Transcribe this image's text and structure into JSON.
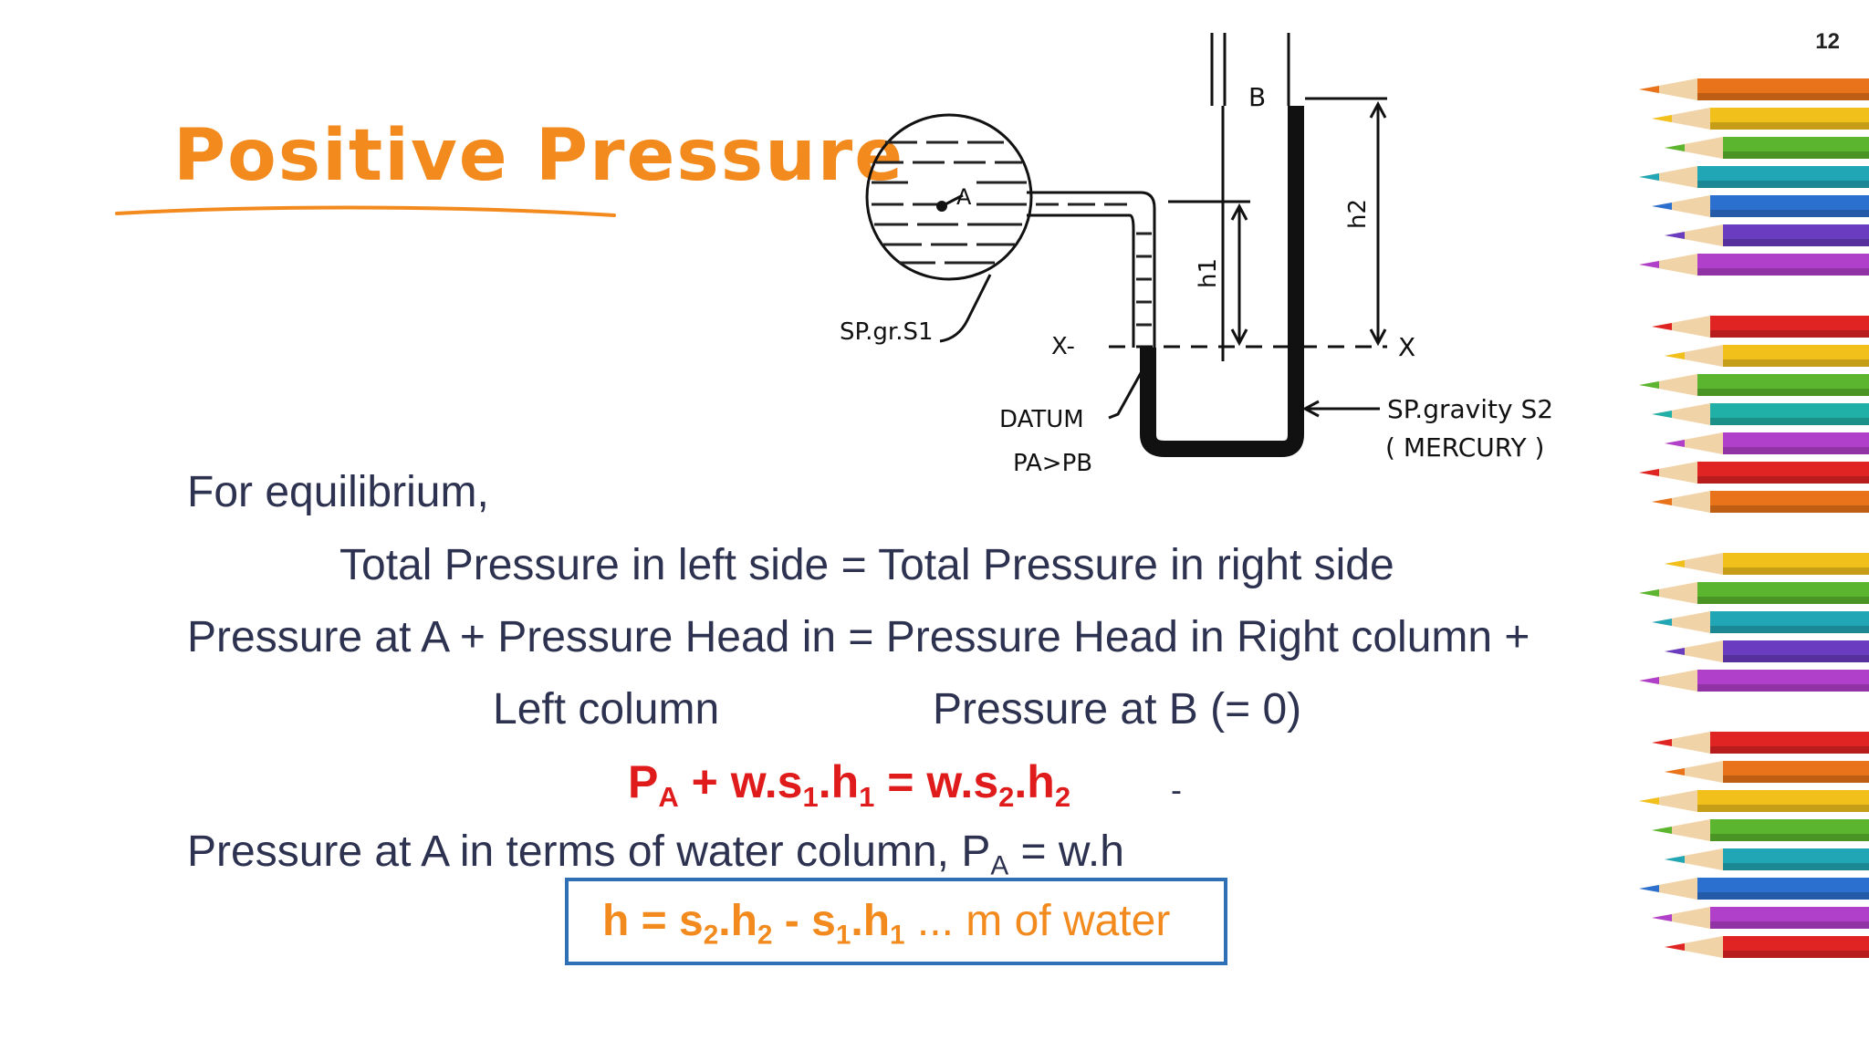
{
  "slide": {
    "number": "12",
    "title": "Positive Pressure"
  },
  "diagram": {
    "label_B": "B",
    "label_A": "A",
    "label_h1": "h1",
    "label_h2": "h2",
    "label_s1": "SP.gr.S1",
    "label_x_left": "X-",
    "label_x_right": "X",
    "label_datum": "DATUM",
    "label_pa_pb": "PA>PB",
    "label_s2": "SP.gravity S2",
    "label_mercury": "( MERCURY )"
  },
  "body": {
    "equilibrium": "For equilibrium,",
    "total_pressure": "Total Pressure in left side = Total Pressure in right side",
    "pressure_line1": "Pressure at A + Pressure Head in = Pressure Head in Right column +",
    "left_column": "Left column",
    "pressure_b": "Pressure at B (= 0)",
    "eq_pa": "P",
    "eq_pa_sub": "A",
    "eq_mid1": " + w.s",
    "eq_sub1": "1",
    "eq_mid2": ".h",
    "eq_sub2": "1",
    "eq_mid3": " = w.s",
    "eq_sub3": "2",
    "eq_mid4": ".h",
    "eq_sub4": "2",
    "dash": "-",
    "water_prefix": "Pressure at A in terms of water column, P",
    "water_sub": "A",
    "water_suffix": " = w.h",
    "ans_p1": "h = s",
    "ans_s1": "2",
    "ans_p2": ".h",
    "ans_s2": "2",
    "ans_p3": " - s",
    "ans_s3": "1",
    "ans_p4": ".h",
    "ans_s4": "1",
    "ans_tail": " ... m of water"
  },
  "colors": {
    "title": "#f28a1e",
    "equation": "#e01b1b",
    "answer": "#f28a1e",
    "box_border": "#2f6fb6",
    "body_text": "#2d3250"
  }
}
